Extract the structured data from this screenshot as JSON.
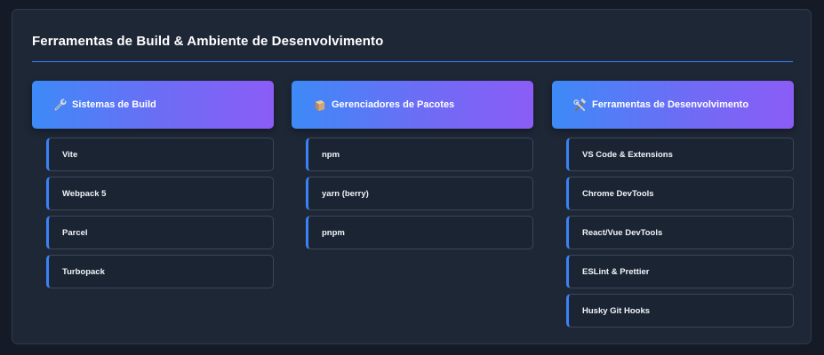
{
  "title": "Ferramentas de Build & Ambiente de Desenvolvimento",
  "colors": {
    "background": "#141b26",
    "panel": "#1e2736",
    "accent_blue": "#3b82f6",
    "accent_purple": "#8b5cf6",
    "item_border": "#3a4659"
  },
  "columns": [
    {
      "icon": "wrench-icon",
      "label": "Sistemas de Build",
      "items": [
        "Vite",
        "Webpack 5",
        "Parcel",
        "Turbopack"
      ]
    },
    {
      "icon": "package-icon",
      "label": "Gerenciadores de Pacotes",
      "items": [
        "npm",
        "yarn (berry)",
        "pnpm"
      ]
    },
    {
      "icon": "hammer-wrench-icon",
      "label": "Ferramentas de Desenvolvimento",
      "items": [
        "VS Code & Extensions",
        "Chrome DevTools",
        "React/Vue DevTools",
        "ESLint & Prettier",
        "Husky Git Hooks"
      ]
    }
  ]
}
